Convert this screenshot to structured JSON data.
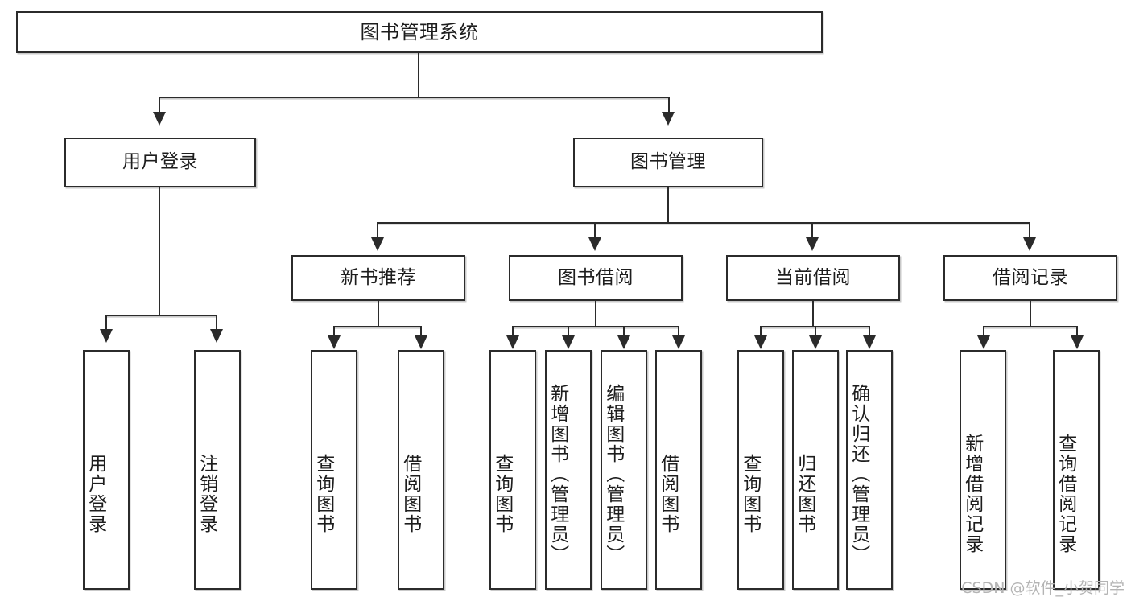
{
  "diagram": {
    "title": "图书管理系统",
    "type": "tree-hierarchy",
    "watermark": "CSDN @软件_小贺同学",
    "colors": {
      "box_border": "#2b2b2b",
      "box_fill": "#ffffff",
      "connector": "#2b2b2b",
      "shadow": "#c9c9c9",
      "text": "#1d1d1d",
      "watermark": "#b4b4b4"
    },
    "nodes": {
      "root": {
        "label": "图书管理系统"
      },
      "level1": [
        {
          "label": "用户登录"
        },
        {
          "label": "图书管理"
        }
      ],
      "level2": [
        {
          "label": "新书推荐"
        },
        {
          "label": "图书借阅"
        },
        {
          "label": "当前借阅"
        },
        {
          "label": "借阅记录"
        }
      ],
      "leaves": {
        "user_login": [
          {
            "label": "用户登录"
          },
          {
            "label": "注销登录"
          }
        ],
        "new_book_recommend": [
          {
            "label": "查询图书"
          },
          {
            "label": "借阅图书"
          }
        ],
        "book_borrow": [
          {
            "label": "查询图书"
          },
          {
            "label": "新增图书（管理员）"
          },
          {
            "label": "编辑图书（管理员）"
          },
          {
            "label": "借阅图书"
          }
        ],
        "current_borrow": [
          {
            "label": "查询图书"
          },
          {
            "label": "归还图书"
          },
          {
            "label": "确认归还（管理员）"
          }
        ],
        "borrow_record": [
          {
            "label": "新增借阅记录"
          },
          {
            "label": "查询借阅记录"
          }
        ]
      }
    }
  }
}
